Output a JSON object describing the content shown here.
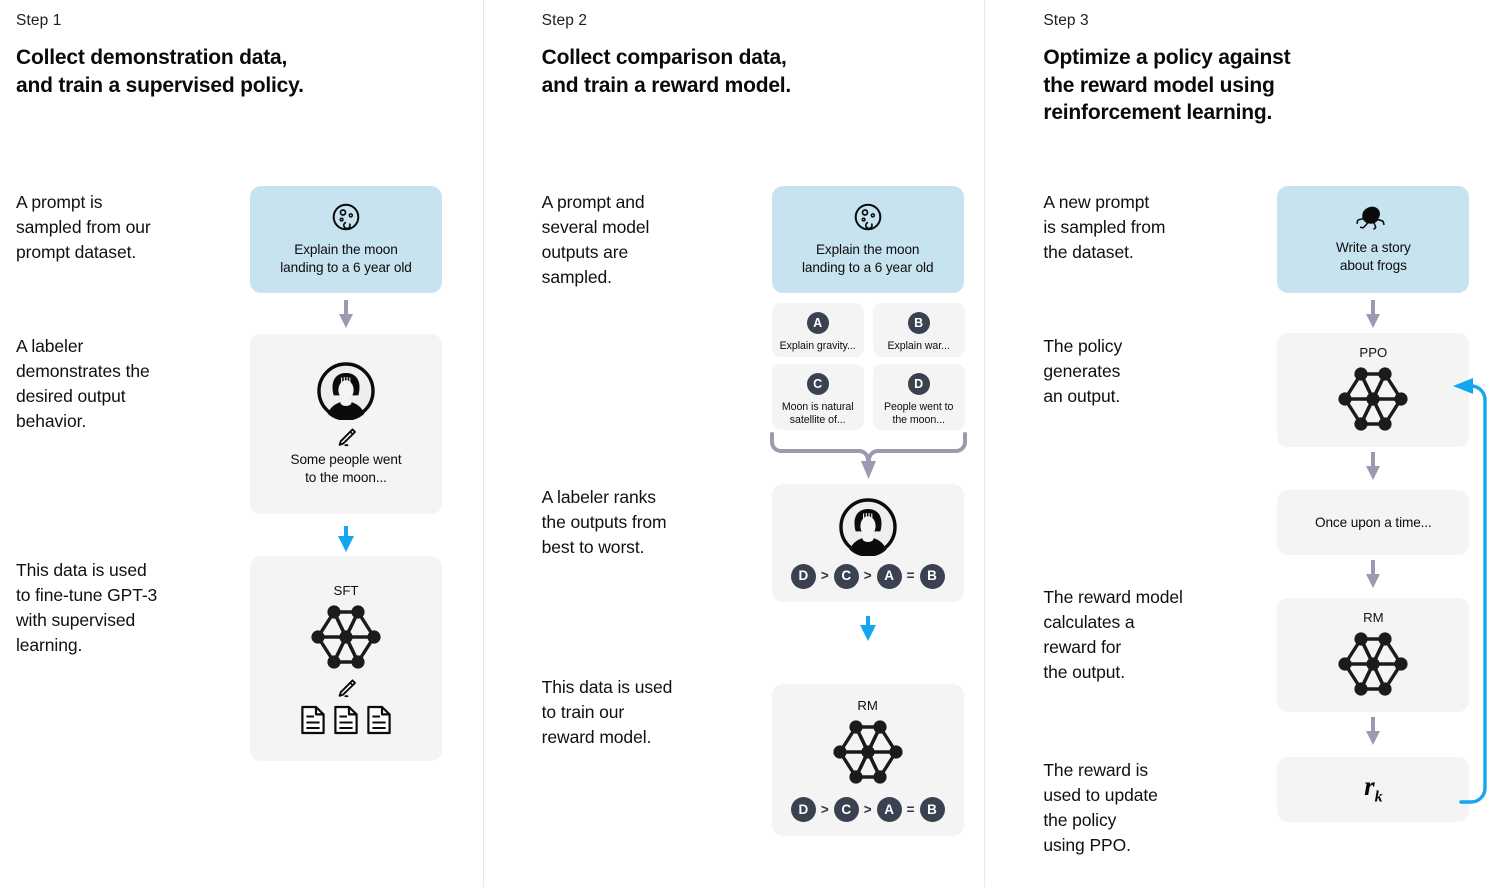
{
  "colors": {
    "prompt_card_bg": "#c7e3f0",
    "card_bg": "#f4f4f4",
    "badge_bg": "#3a4150",
    "gray_arrow": "#9a9ab0",
    "blue_arrow": "#14a7ef",
    "divider": "#e9e9e9",
    "text": "#0b0b0b"
  },
  "steps": [
    {
      "label": "Step 1",
      "title": "Collect demonstration data,\nand train a supervised policy.",
      "descriptions": [
        "A prompt is\nsampled from our\nprompt dataset.",
        "A labeler\ndemonstrates the\ndesired output\nbehavior.",
        "This data is used\nto fine-tune GPT-3\nwith supervised\nlearning."
      ],
      "prompt_card": {
        "icon": "moon-icon",
        "text": "Explain the moon\nlanding to a 6 year old"
      },
      "labeler_card": {
        "icon": "labeler-avatar-icon",
        "pencil_icon": "pencil-icon",
        "text": "Some people went\nto the moon..."
      },
      "model_card": {
        "caption": "SFT",
        "network_icon": "neural-network-icon",
        "pencil_icon": "pencil-icon",
        "documents_icon": "documents-icon",
        "document_count": 3
      }
    },
    {
      "label": "Step 2",
      "title": "Collect comparison data,\nand train a reward model.",
      "descriptions": [
        "A prompt and\nseveral model\noutputs are\nsampled.",
        "A labeler ranks\nthe outputs from\nbest to worst.",
        "This data is used\nto train our\nreward model."
      ],
      "prompt_card": {
        "icon": "moon-icon",
        "text": "Explain the moon\nlanding to a 6 year old"
      },
      "outputs": [
        {
          "badge": "A",
          "text": "Explain gravity..."
        },
        {
          "badge": "B",
          "text": "Explain war..."
        },
        {
          "badge": "C",
          "text": "Moon is natural\nsatellite of..."
        },
        {
          "badge": "D",
          "text": "People went to\nthe moon..."
        }
      ],
      "ranking_card": {
        "icon": "labeler-avatar-icon",
        "ranking": [
          {
            "badge": "D",
            "op": ">"
          },
          {
            "badge": "C",
            "op": ">"
          },
          {
            "badge": "A",
            "op": "="
          },
          {
            "badge": "B",
            "op": ""
          }
        ]
      },
      "model_card": {
        "caption": "RM",
        "network_icon": "neural-network-icon",
        "ranking": [
          {
            "badge": "D",
            "op": ">"
          },
          {
            "badge": "C",
            "op": ">"
          },
          {
            "badge": "A",
            "op": "="
          },
          {
            "badge": "B",
            "op": ""
          }
        ]
      }
    },
    {
      "label": "Step 3",
      "title": "Optimize a policy against\nthe reward model using\nreinforcement learning.",
      "descriptions": [
        "A new prompt\nis sampled from\nthe dataset.",
        "The policy\ngenerates\nan output.",
        "The reward model\ncalculates a\nreward for\nthe output.",
        "The reward is\nused to update\nthe policy\nusing PPO."
      ],
      "prompt_card": {
        "icon": "frog-icon",
        "text": "Write a story\nabout frogs"
      },
      "policy_card": {
        "caption": "PPO",
        "network_icon": "neural-network-icon"
      },
      "output_card": {
        "text": "Once upon a time..."
      },
      "reward_model_card": {
        "caption": "RM",
        "network_icon": "neural-network-icon"
      },
      "reward_card": {
        "symbol": "r",
        "subscript": "k"
      },
      "feedback_arrow": "feedback-loop-arrow"
    }
  ]
}
